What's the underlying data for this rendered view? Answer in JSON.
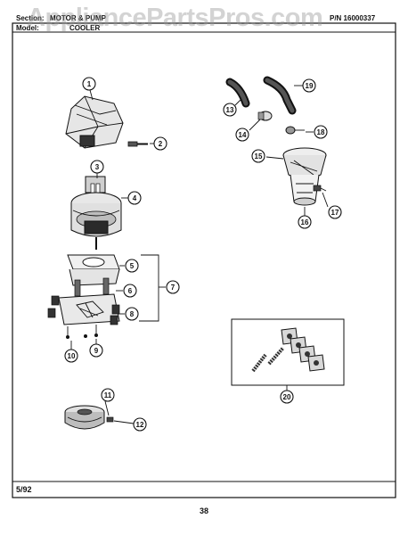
{
  "header": {
    "section_label": "Section:",
    "section_value": "MOTOR & PUMP",
    "model_label": "Model:",
    "model_value": "COOLER",
    "part_number": "P/N 16000337"
  },
  "watermark": "AppliancePartsPros.com",
  "footer": {
    "date": "5/92",
    "page": "38"
  },
  "callouts": [
    "1",
    "2",
    "3",
    "4",
    "5",
    "6",
    "7",
    "8",
    "9",
    "10",
    "11",
    "12",
    "13",
    "14",
    "15",
    "16",
    "17",
    "18",
    "19",
    "20"
  ]
}
